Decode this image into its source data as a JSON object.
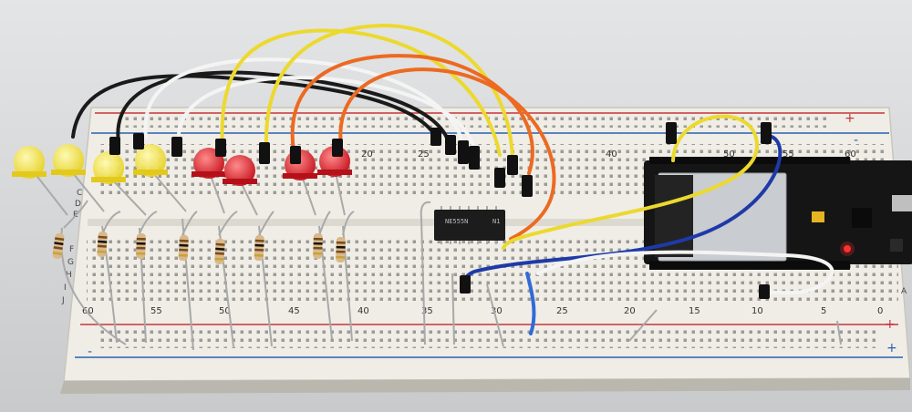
{
  "colors": {
    "background": "#d9dadb",
    "breadboard": "#eeece4",
    "rail_red": "#c8343b",
    "rail_blue": "#2b5fb4",
    "wire_black": "#1a1a1a",
    "wire_white": "#f4f4f4",
    "wire_yellow": "#ecd92e",
    "wire_orange": "#ec6a21",
    "wire_blue": "#1e3aa8",
    "led_yellow": "#f2e23a",
    "led_red": "#e0202a",
    "chip": "#1c1c1c",
    "esp_module": "#c9ccd0",
    "esp_pcb": "#151515"
  },
  "breadboard": {
    "top_numbers": [
      "20",
      "25",
      "40",
      "50",
      "55",
      "60"
    ],
    "bottom_numbers": [
      "60",
      "55",
      "50",
      "45",
      "40",
      "35",
      "30",
      "25",
      "20",
      "15",
      "10",
      "5",
      "0"
    ],
    "row_letters": [
      "C",
      "D",
      "E",
      "F",
      "G",
      "H",
      "I",
      "J"
    ],
    "right_letter": "A",
    "rail_plus": "+",
    "rail_minus": "-"
  },
  "chip": {
    "marking_line1": "NE555N",
    "marking_line2": "N1"
  },
  "led_colors": [
    "yellow",
    "yellow",
    "yellow",
    "yellow",
    "red",
    "red",
    "red",
    "red"
  ],
  "resistor_count": 8
}
